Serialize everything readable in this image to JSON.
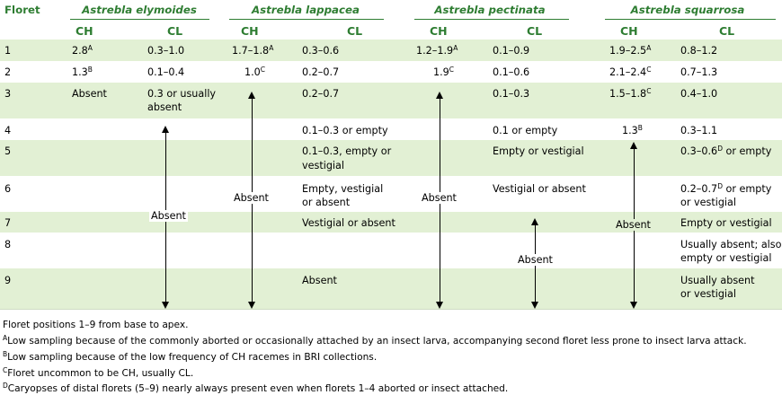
{
  "header": {
    "floret": "Floret",
    "species": [
      "Astrebla elymoides",
      "Astrebla lappacea",
      "Astrebla pectinata",
      "Astrebla squarrosa"
    ],
    "ch": "CH",
    "cl": "CL"
  },
  "rows": [
    {
      "floret": "1",
      "c0": "2.8",
      "s0": "A",
      "c1": "0.3–1.0",
      "c2": "1.7–1.8",
      "s2": "A",
      "c3": "0.3–0.6",
      "c4": "1.2–1.9",
      "s4": "A",
      "c5": "0.1–0.9",
      "c6": "1.9–2.5",
      "s6": "A",
      "c7": "0.8–1.2"
    },
    {
      "floret": "2",
      "c0": "1.3",
      "s0": "B",
      "c1": "0.1–0.4",
      "c2": "1.0",
      "s2": "C",
      "c3": "0.2–0.7",
      "c4": "1.9",
      "s4": "C",
      "c5": "0.1–0.6",
      "c6": "2.1–2.4",
      "s6": "C",
      "c7": "0.7–1.3"
    },
    {
      "floret": "3",
      "c0": "Absent",
      "c1a": "0.3 or usually",
      "c1b": "absent",
      "c3": "0.2–0.7",
      "c5": "0.1–0.3",
      "c6": "1.5–1.8",
      "s6": "C",
      "c7": "0.4–1.0"
    },
    {
      "floret": "4",
      "c3": "0.1–0.3 or empty",
      "c5": "0.1 or empty",
      "c6": "1.3",
      "s6": "B",
      "c7": "0.3–1.1"
    },
    {
      "floret": "5",
      "c3a": "0.1–0.3, empty or",
      "c3b": "vestigial",
      "c5": "Empty or vestigial",
      "c7a": "0.3–0.6",
      "s7": "D",
      "c7b": " or empty"
    },
    {
      "floret": "6",
      "c3a": "Empty, vestigial",
      "c3b": "or absent",
      "c5": "Vestigial or absent",
      "c7a": "0.2–0.7",
      "s7": "D",
      "c7b": " or empty",
      "c7c": "or vestigial"
    },
    {
      "floret": "7",
      "c3": "Vestigial or absent",
      "c7": "Empty or vestigial"
    },
    {
      "floret": "8",
      "c7a": "Usually absent; also",
      "c7b": "empty or vestigial"
    },
    {
      "floret": "9",
      "c3": "Absent",
      "c7a": "Usually absent",
      "c7b": "or vestigial"
    }
  ],
  "spans": {
    "absent": "Absent"
  },
  "footnotes": {
    "positions": "Floret positions 1–9 from base to apex.",
    "a_mark": "A",
    "a": "Low sampling because of the commonly aborted or occasionally attached by an insect larva, accompanying second floret less prone to insect larva attack.",
    "b_mark": "B",
    "b": "Low sampling because of the low frequency of CH racemes in BRI collections.",
    "c_mark": "C",
    "c": "Floret uncommon to be CH, usually CL.",
    "d_mark": "D",
    "d": "Caryopses of distal florets (5–9) nearly always present even when florets 1–4 aborted or insect attached."
  },
  "colors": {
    "header_text": "#2e7d32",
    "band": "#e2f0d4"
  }
}
